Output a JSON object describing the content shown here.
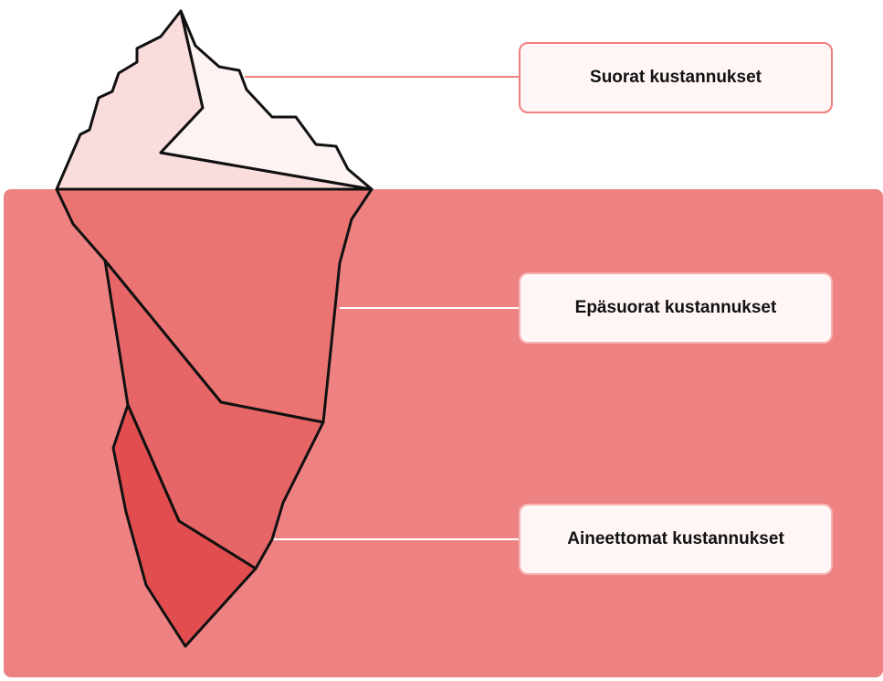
{
  "labels": {
    "top": "Suorat kustannukset",
    "middle": "Epäsuorat kustannukset",
    "bottom": "Aineettomat kustannukset"
  },
  "colors": {
    "water": "#ee8282",
    "tip_left": "#fadcdc",
    "tip_right": "#fdf3f2",
    "upper_body": "#eb7473",
    "middle_body": "#e66566",
    "bottom_body": "#e24e4f",
    "outline": "#111111",
    "connector": "#ee8080",
    "box_fill": "#fff6f5"
  }
}
